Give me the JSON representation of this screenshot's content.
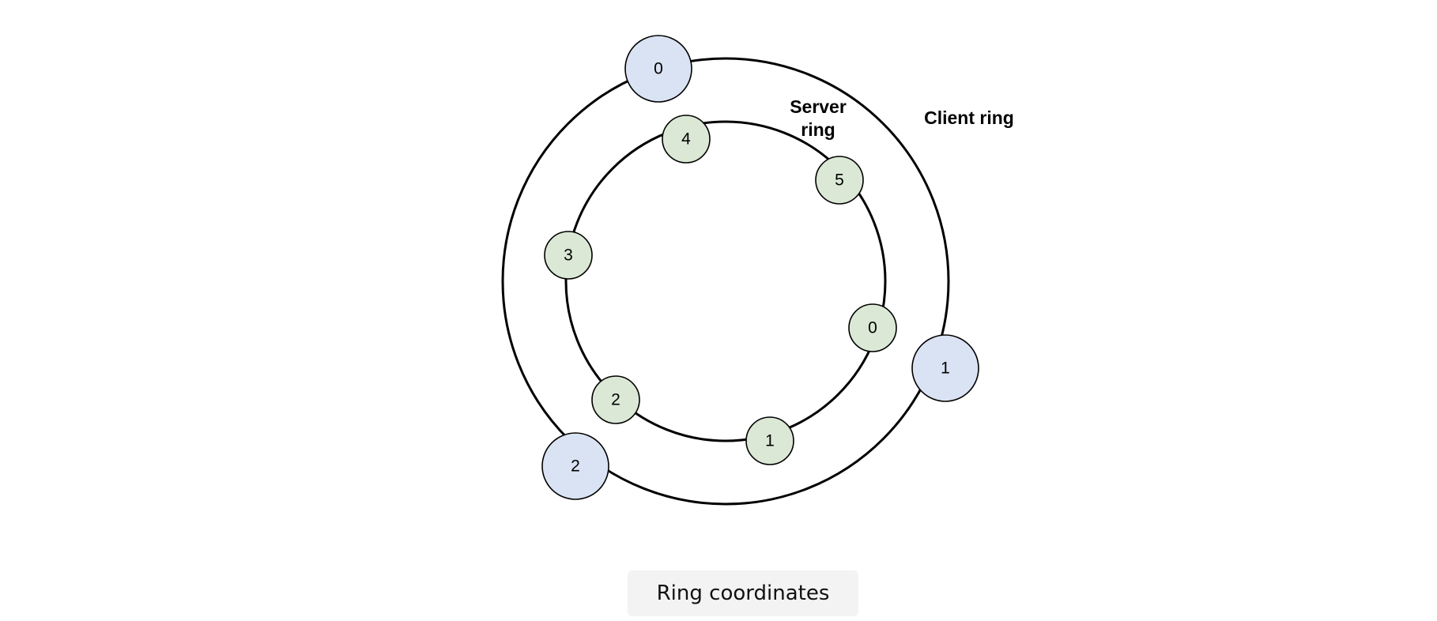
{
  "diagram": {
    "client_ring": {
      "label": "Client ring",
      "node_fill": "#dae3f3",
      "nodes": [
        {
          "label": "0"
        },
        {
          "label": "1"
        },
        {
          "label": "2"
        }
      ]
    },
    "server_ring": {
      "label_line1": "Server",
      "label_line2": "ring",
      "node_fill": "#dbe8d5",
      "nodes": [
        {
          "label": "0"
        },
        {
          "label": "1"
        },
        {
          "label": "2"
        },
        {
          "label": "3"
        },
        {
          "label": "4"
        },
        {
          "label": "5"
        }
      ]
    }
  },
  "caption": "Ring coordinates"
}
